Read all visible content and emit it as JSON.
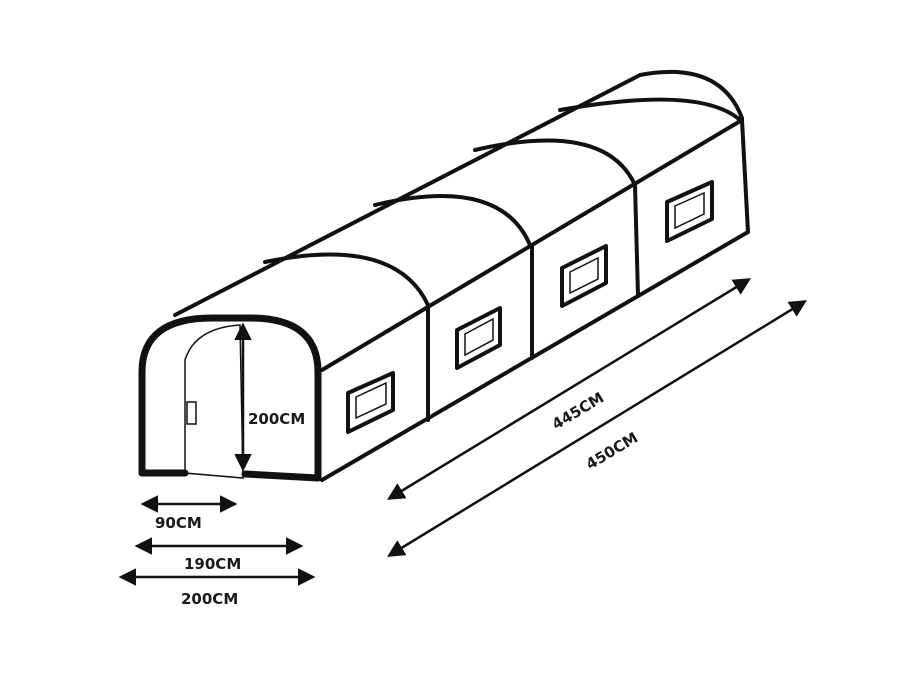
{
  "diagram": {
    "colors": {
      "line": "#111111",
      "background": "#ffffff"
    },
    "dimensions": {
      "door_height": "200CM",
      "door_width": "90CM",
      "inner_width": "190CM",
      "outer_width": "200CM",
      "inner_length": "445CM",
      "outer_length": "450CM"
    }
  }
}
